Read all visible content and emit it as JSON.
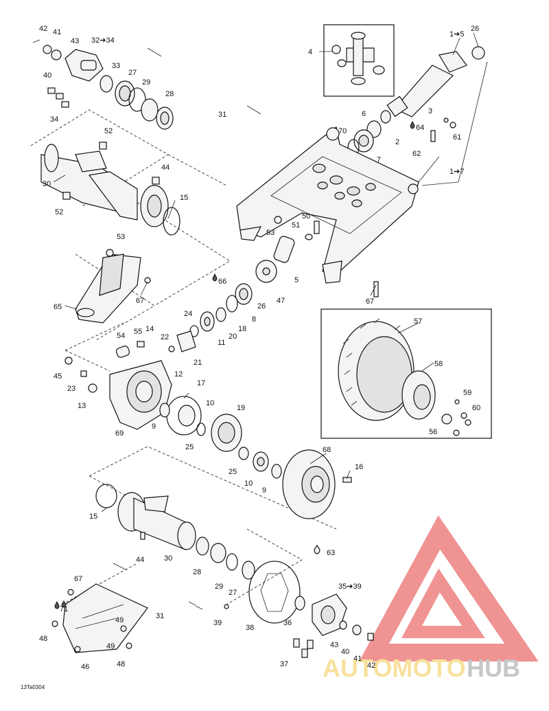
{
  "callouts": [
    {
      "id": "c42a",
      "text": "42"
    },
    {
      "id": "c41a",
      "text": "41"
    },
    {
      "id": "c43a",
      "text": "43"
    },
    {
      "id": "c32",
      "text": "32➔34"
    },
    {
      "id": "c40a",
      "text": "40"
    },
    {
      "id": "c33",
      "text": "33"
    },
    {
      "id": "c27a",
      "text": "27"
    },
    {
      "id": "c29a",
      "text": "29"
    },
    {
      "id": "c28a",
      "text": "28"
    },
    {
      "id": "c34",
      "text": "34"
    },
    {
      "id": "c31a",
      "text": "31"
    },
    {
      "id": "c52a",
      "text": "52"
    },
    {
      "id": "c30a",
      "text": "30"
    },
    {
      "id": "c52b",
      "text": "52"
    },
    {
      "id": "c44a",
      "text": "44"
    },
    {
      "id": "c15a",
      "text": "15"
    },
    {
      "id": "c53a",
      "text": "53"
    },
    {
      "id": "c65",
      "text": "65"
    },
    {
      "id": "c67a",
      "text": "67"
    },
    {
      "id": "c4",
      "text": "4"
    },
    {
      "id": "c1to5",
      "text": "1➔5"
    },
    {
      "id": "c26",
      "text": "26"
    },
    {
      "id": "c3",
      "text": "3"
    },
    {
      "id": "c6",
      "text": "6"
    },
    {
      "id": "c70",
      "text": "70"
    },
    {
      "id": "c64",
      "text": "64"
    },
    {
      "id": "c2",
      "text": "2"
    },
    {
      "id": "c7",
      "text": "7"
    },
    {
      "id": "c61",
      "text": "61"
    },
    {
      "id": "c62",
      "text": "62"
    },
    {
      "id": "c1to7",
      "text": "1➔7"
    },
    {
      "id": "c50",
      "text": "50"
    },
    {
      "id": "c51",
      "text": "51"
    },
    {
      "id": "c53b",
      "text": "53"
    },
    {
      "id": "c5",
      "text": "5"
    },
    {
      "id": "c67b",
      "text": "67"
    },
    {
      "id": "c66",
      "text": "66"
    },
    {
      "id": "c26b",
      "text": "26"
    },
    {
      "id": "c47",
      "text": "47"
    },
    {
      "id": "c8",
      "text": "8"
    },
    {
      "id": "c24",
      "text": "24"
    },
    {
      "id": "c18",
      "text": "18"
    },
    {
      "id": "c20",
      "text": "20"
    },
    {
      "id": "c11",
      "text": "11"
    },
    {
      "id": "c55",
      "text": "55"
    },
    {
      "id": "c14",
      "text": "14"
    },
    {
      "id": "c54",
      "text": "54"
    },
    {
      "id": "c22",
      "text": "22"
    },
    {
      "id": "c21",
      "text": "21"
    },
    {
      "id": "c12",
      "text": "12"
    },
    {
      "id": "c45",
      "text": "45"
    },
    {
      "id": "c23",
      "text": "23"
    },
    {
      "id": "c13",
      "text": "13"
    },
    {
      "id": "c17",
      "text": "17"
    },
    {
      "id": "c10a",
      "text": "10"
    },
    {
      "id": "c9a",
      "text": "9"
    },
    {
      "id": "c69",
      "text": "69"
    },
    {
      "id": "c19",
      "text": "19"
    },
    {
      "id": "c25a",
      "text": "25"
    },
    {
      "id": "c25b",
      "text": "25"
    },
    {
      "id": "c10b",
      "text": "10"
    },
    {
      "id": "c9b",
      "text": "9"
    },
    {
      "id": "c68",
      "text": "68"
    },
    {
      "id": "c16",
      "text": "16"
    },
    {
      "id": "c57",
      "text": "57"
    },
    {
      "id": "c58",
      "text": "58"
    },
    {
      "id": "c59",
      "text": "59"
    },
    {
      "id": "c60",
      "text": "60"
    },
    {
      "id": "c56",
      "text": "56"
    },
    {
      "id": "c15b",
      "text": "15"
    },
    {
      "id": "c44b",
      "text": "44"
    },
    {
      "id": "c30b",
      "text": "30"
    },
    {
      "id": "c63",
      "text": "63"
    },
    {
      "id": "c28b",
      "text": "28"
    },
    {
      "id": "c29b",
      "text": "29"
    },
    {
      "id": "c27b",
      "text": "27"
    },
    {
      "id": "c67c",
      "text": "67"
    },
    {
      "id": "c71",
      "text": "71"
    },
    {
      "id": "c31b",
      "text": "31"
    },
    {
      "id": "c39",
      "text": "39"
    },
    {
      "id": "c38",
      "text": "38"
    },
    {
      "id": "c36",
      "text": "36"
    },
    {
      "id": "c35",
      "text": "35➔39"
    },
    {
      "id": "c49a",
      "text": "49"
    },
    {
      "id": "c48a",
      "text": "48"
    },
    {
      "id": "c49b",
      "text": "49"
    },
    {
      "id": "c46",
      "text": "46"
    },
    {
      "id": "c48b",
      "text": "48"
    },
    {
      "id": "c43b",
      "text": "43"
    },
    {
      "id": "c40b",
      "text": "40"
    },
    {
      "id": "c41b",
      "text": "41"
    },
    {
      "id": "c37",
      "text": "37"
    },
    {
      "id": "c42b",
      "text": "42"
    }
  ],
  "drawing_ref": "13Ta0304",
  "watermark": {
    "brand_part1": "AUTOMOTO",
    "brand_part2": "HUB",
    "accent_color": "#e43b3b",
    "primary_color": "#f2c94c",
    "secondary_color": "#9a9a9a"
  }
}
